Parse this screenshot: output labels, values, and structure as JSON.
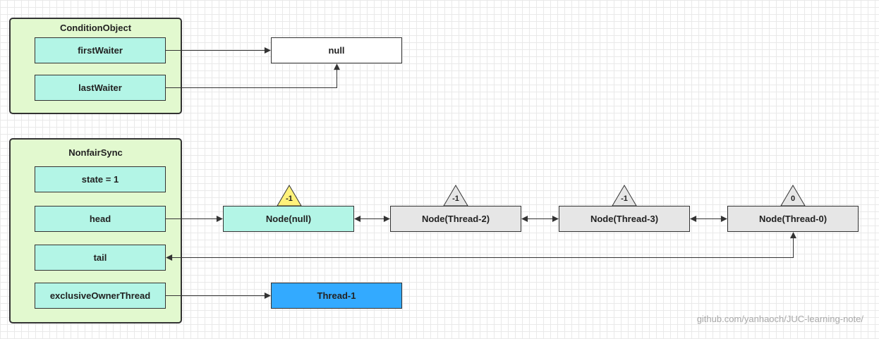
{
  "condition_object": {
    "title": "ConditionObject",
    "first_waiter": "firstWaiter",
    "last_waiter": "lastWaiter",
    "null_box": "null"
  },
  "nonfair_sync": {
    "title": "NonfairSync",
    "state": "state = 1",
    "head": "head",
    "tail": "tail",
    "exclusive_owner": "exclusiveOwnerThread"
  },
  "queue_nodes": [
    {
      "label": "Node(null)",
      "wait_status": "-1"
    },
    {
      "label": "Node(Thread-2)",
      "wait_status": "-1"
    },
    {
      "label": "Node(Thread-3)",
      "wait_status": "-1"
    },
    {
      "label": "Node(Thread-0)",
      "wait_status": "0"
    }
  ],
  "owner_thread": "Thread-1",
  "watermark": "github.com/yanhaoch/JUC-learning-note/",
  "colors": {
    "group_fill": "#e2f9cf",
    "field_fill": "#b3f5e6",
    "node_grey": "#e6e6e6",
    "highlight_triangle": "#fff27a",
    "owner_thread_fill": "#33aaff"
  }
}
